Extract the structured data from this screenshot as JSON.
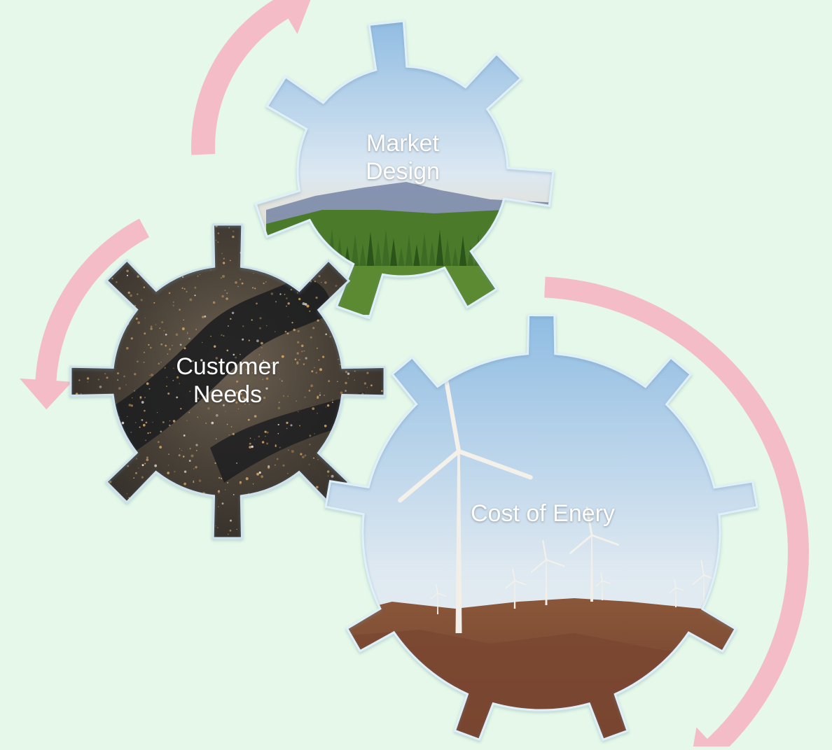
{
  "diagram": {
    "gears": [
      {
        "id": "market-design",
        "lines": [
          "Market",
          "Design"
        ],
        "scene": "mountain-forest"
      },
      {
        "id": "customer-needs",
        "lines": [
          "Customer",
          "Needs"
        ],
        "scene": "city-at-night"
      },
      {
        "id": "cost-of-energy",
        "lines": [
          "Cost of Enery"
        ],
        "scene": "wind-turbines"
      }
    ],
    "arrows": [
      "cycle-arrow-top",
      "cycle-arrow-left",
      "cycle-arrow-right"
    ]
  },
  "colors": {
    "background": "#e5f8e9",
    "arrow": "#f4bcc6",
    "sky_top": "#8fbde3",
    "sky_bottom": "#e6eef4",
    "forest": "#3f6b25",
    "city_dark": "#2c2b29",
    "city_lights": "#c89a5c",
    "earth": "#7c4a33"
  }
}
